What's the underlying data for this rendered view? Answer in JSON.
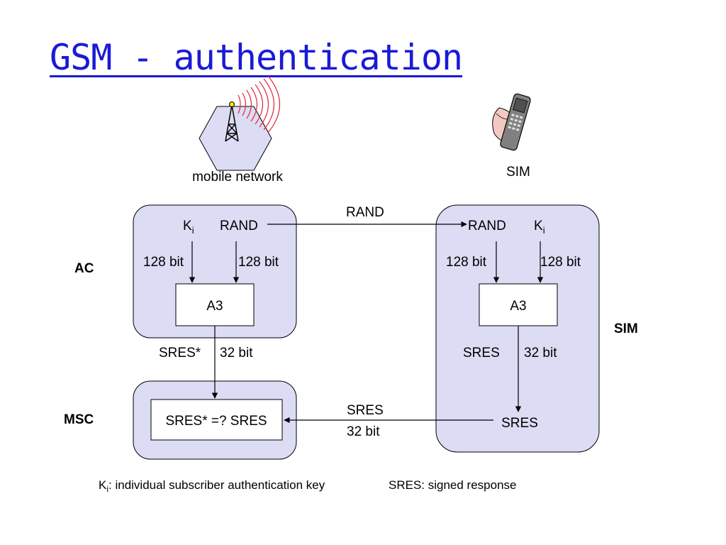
{
  "title": "GSM - authentication",
  "colors": {
    "title": "#1a1ad6",
    "panel_fill": "#dcdcf5",
    "wave": "#e0283c",
    "hexagon": "#dcdcf5"
  },
  "icons": {
    "network": "antenna-tower-icon",
    "phone": "mobile-phone-icon"
  },
  "network_label": "mobile network",
  "sim_icon_label": "SIM",
  "side_labels": {
    "ac": "AC",
    "msc": "MSC",
    "sim": "SIM"
  },
  "ac": {
    "ki_base": "K",
    "ki_sub": "i",
    "rand": "RAND",
    "bits_left": "128 bit",
    "bits_right": "128 bit",
    "algorithm": "A3"
  },
  "sim_box": {
    "rand": "RAND",
    "ki_base": "K",
    "ki_sub": "i",
    "bits_left": "128 bit",
    "bits_right": "128 bit",
    "algorithm": "A3",
    "sres_out": "SRES",
    "sres_bits": "32 bit",
    "sres_result": "SRES"
  },
  "flows": {
    "rand_transfer": "RAND",
    "sres_star": "SRES*",
    "sres_star_bits": "32 bit",
    "sres_transfer": "SRES",
    "sres_transfer_bits": "32 bit"
  },
  "msc": {
    "compare": "SRES* =? SRES"
  },
  "legend": {
    "ki_base": "K",
    "ki_sub": "i",
    "ki_desc": ": individual subscriber authentication key",
    "sres": "SRES: signed response"
  }
}
